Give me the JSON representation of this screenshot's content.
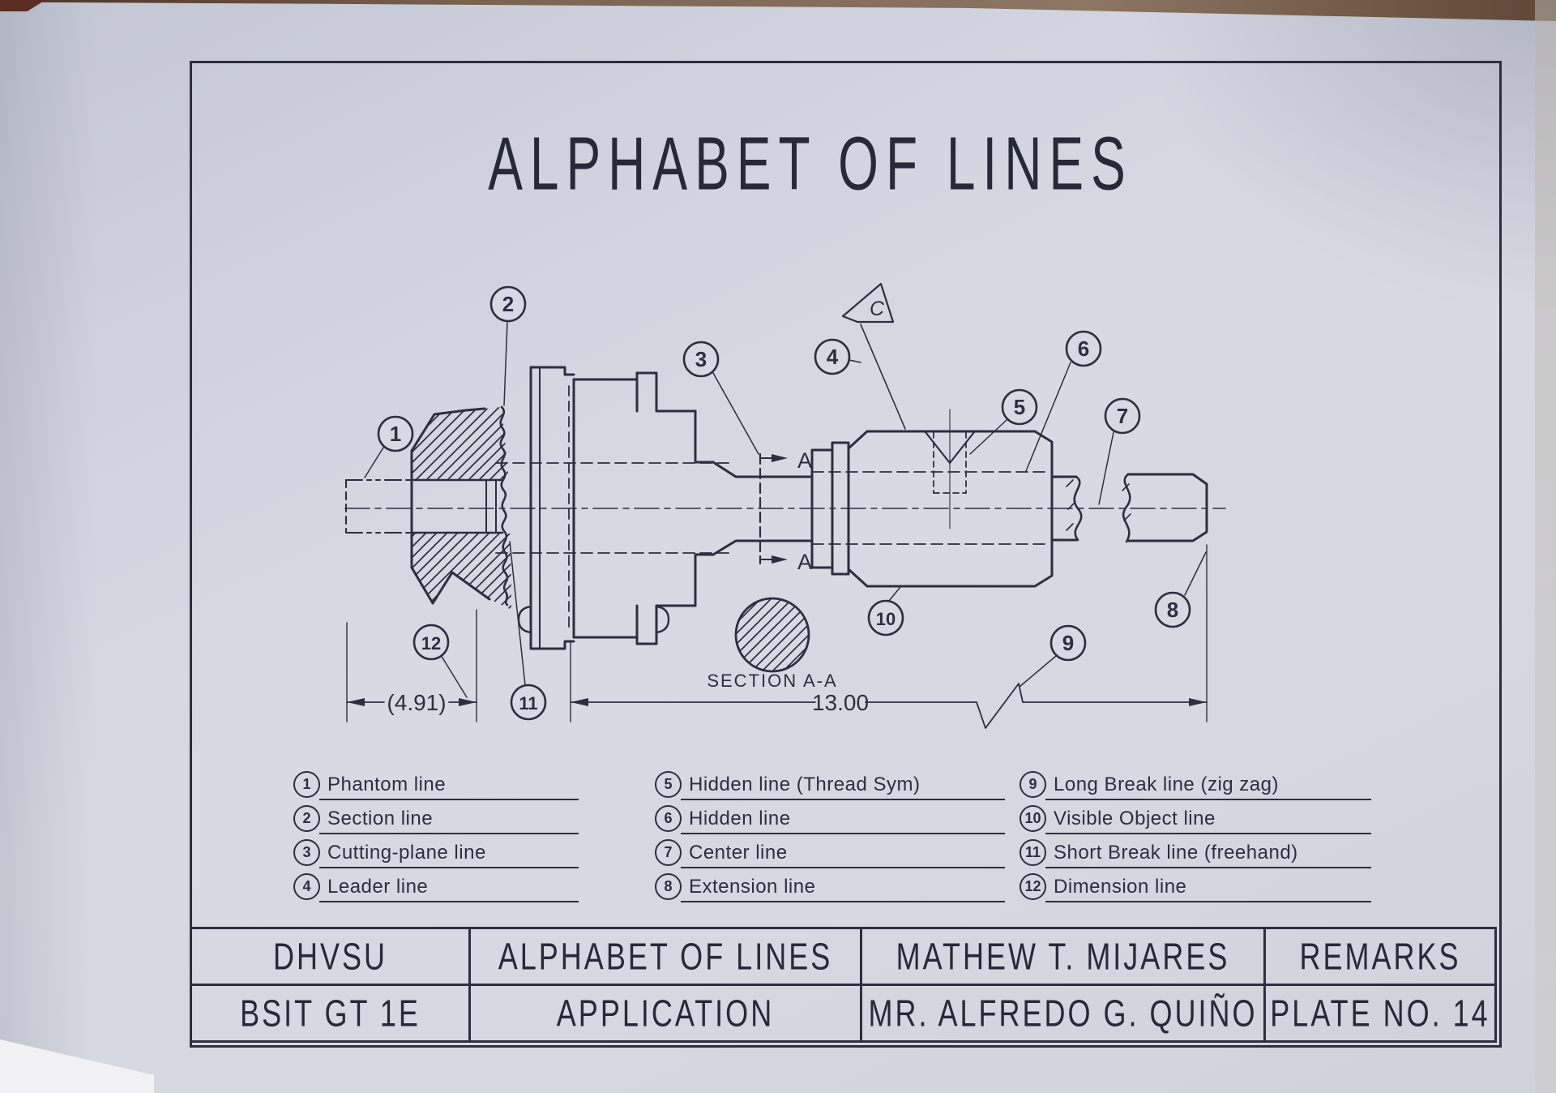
{
  "sheet": {
    "title": "ALPHABET OF LINES"
  },
  "drawing": {
    "section_label": "SECTION A-A",
    "dim_left": "(4.91)",
    "dim_main": "13.00",
    "arrow_label_top": "A",
    "arrow_label_bottom": "A",
    "flag_label": "C"
  },
  "callout_numbers": [
    "1",
    "2",
    "3",
    "4",
    "5",
    "6",
    "7",
    "8",
    "9",
    "10",
    "11",
    "12"
  ],
  "legend": {
    "columns": [
      {
        "rows": [
          {
            "num": "1",
            "label": "Phantom line"
          },
          {
            "num": "2",
            "label": "Section line"
          },
          {
            "num": "3",
            "label": "Cutting-plane line"
          },
          {
            "num": "4",
            "label": "Leader line"
          }
        ]
      },
      {
        "rows": [
          {
            "num": "5",
            "label": "Hidden line (Thread Sym)"
          },
          {
            "num": "6",
            "label": "Hidden line"
          },
          {
            "num": "7",
            "label": "Center line"
          },
          {
            "num": "8",
            "label": "Extension line"
          }
        ]
      },
      {
        "rows": [
          {
            "num": "9",
            "label": "Long Break line (zig zag)"
          },
          {
            "num": "10",
            "label": "Visible Object line"
          },
          {
            "num": "11",
            "label": "Short Break line (freehand)"
          },
          {
            "num": "12",
            "label": "Dimension line"
          }
        ]
      }
    ]
  },
  "title_block": {
    "columns": [
      {
        "row1": "DHVSU",
        "row2": "BSIT GT 1E"
      },
      {
        "row1": "ALPHABET OF LINES",
        "row2": "APPLICATION"
      },
      {
        "row1": "MATHEW T. MIJARES",
        "row2": "MR. ALFREDO G. QUIÑO"
      },
      {
        "row1": "REMARKS",
        "row2": "PLATE NO. 14"
      }
    ]
  }
}
